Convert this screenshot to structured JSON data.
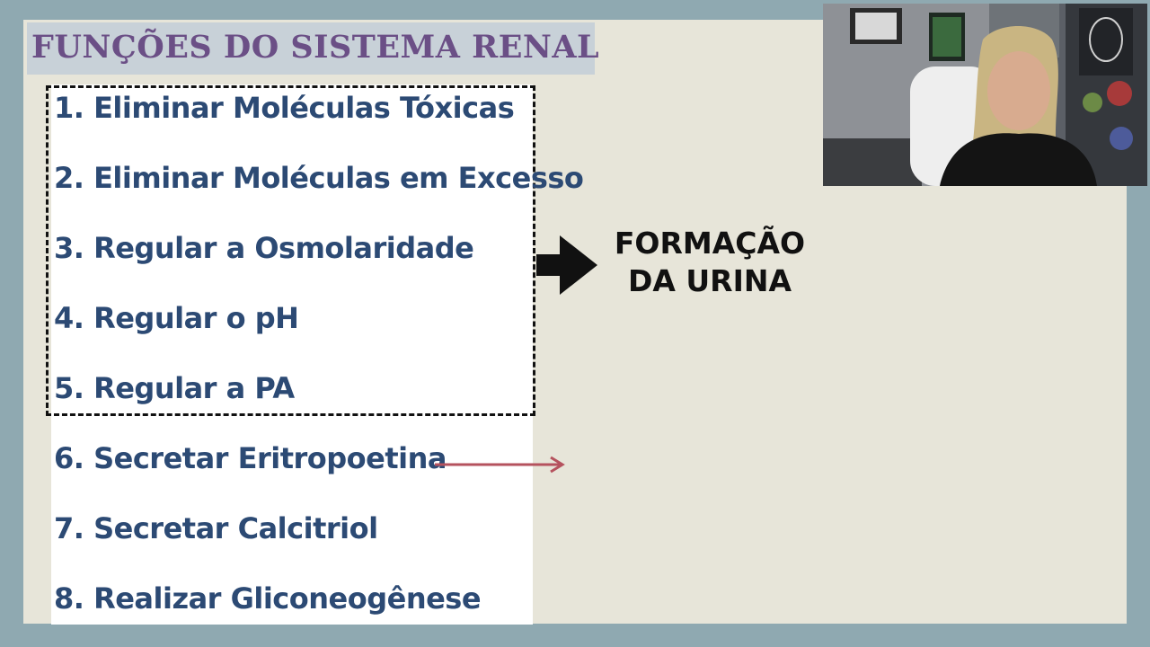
{
  "slide": {
    "title": "FUNÇÕES DO SISTEMA RENAL",
    "items": [
      "1. Eliminar Moléculas Tóxicas",
      "2. Eliminar Moléculas em Excesso",
      "3. Regular a Osmolaridade",
      "4. Regular o pH",
      "5. Regular a PA",
      "6. Secretar Eritropoetina",
      "7.  Secretar Calcitriol",
      "8. Realizar Gliconeogênese"
    ],
    "result_label": "FORMAÇÃO DA URINA",
    "colors": {
      "title": "#6b4f86",
      "items": "#2c4a74",
      "red_arrow": "#b5525e",
      "background": "#e7e5d9"
    }
  },
  "webcam": {
    "icon": "presenter-video"
  }
}
